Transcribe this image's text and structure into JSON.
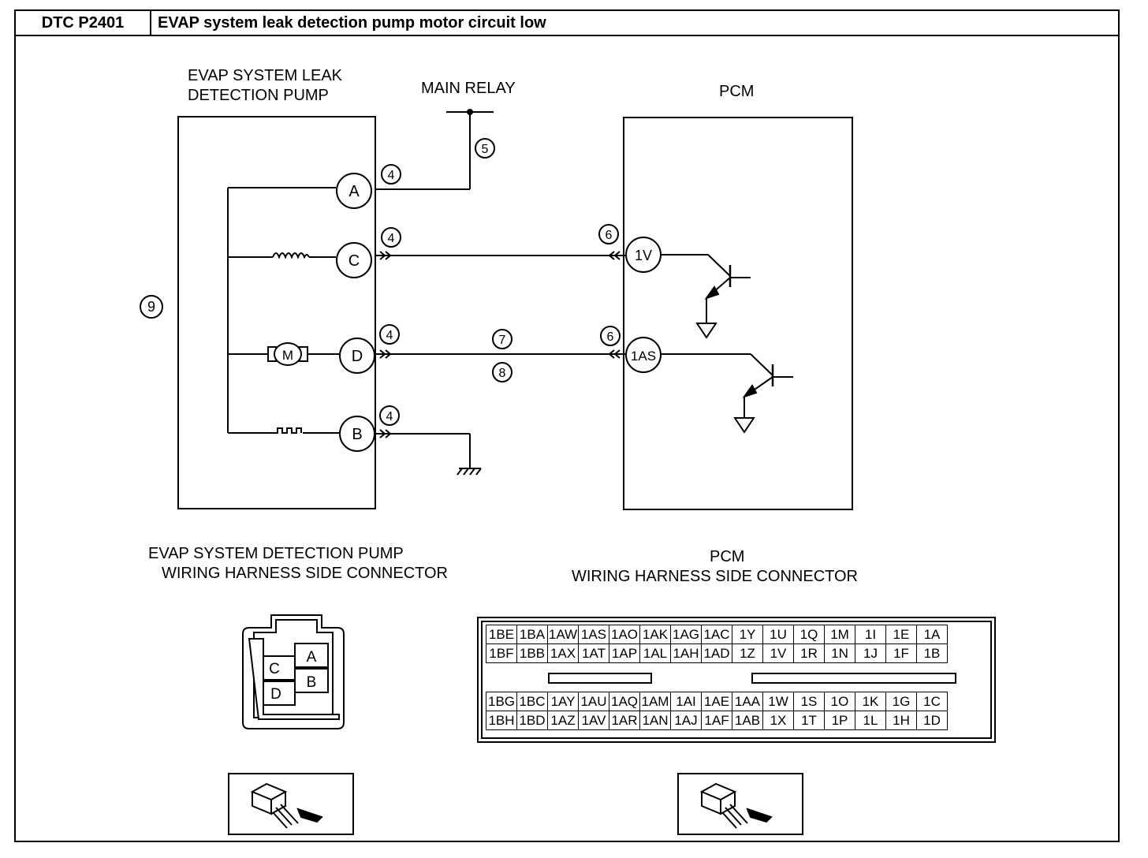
{
  "header": {
    "dtc_code": "DTC P2401",
    "title": "EVAP system leak detection pump motor circuit low"
  },
  "diagram": {
    "pump_label_line1": "EVAP SYSTEM LEAK",
    "pump_label_line2": "DETECTION PUMP",
    "main_relay_label": "MAIN RELAY",
    "pcm_label": "PCM",
    "pump_pins": [
      "A",
      "C",
      "D",
      "B"
    ],
    "motor_label": "M",
    "pcm_pins": [
      "1V",
      "1AS"
    ],
    "callouts": {
      "c4": "4",
      "c5": "5",
      "c6": "6",
      "c7": "7",
      "c8": "8",
      "c9": "9"
    }
  },
  "connectors": {
    "pump_connector_line1": "EVAP SYSTEM DETECTION PUMP",
    "pump_connector_line2": "WIRING HARNESS SIDE CONNECTOR",
    "pump_connector_pins": [
      "A",
      "C",
      "B",
      "D"
    ],
    "pcm_connector_line1": "PCM",
    "pcm_connector_line2": "WIRING HARNESS SIDE CONNECTOR",
    "pcm_rows_top": [
      [
        "1BE",
        "1BA",
        "1AW",
        "1AS",
        "1AO",
        "1AK",
        "1AG",
        "1AC",
        "1Y",
        "1U",
        "1Q",
        "1M",
        "1I",
        "1E",
        "1A"
      ],
      [
        "1BF",
        "1BB",
        "1AX",
        "1AT",
        "1AP",
        "1AL",
        "1AH",
        "1AD",
        "1Z",
        "1V",
        "1R",
        "1N",
        "1J",
        "1F",
        "1B"
      ]
    ],
    "pcm_rows_bottom": [
      [
        "1BG",
        "1BC",
        "1AY",
        "1AU",
        "1AQ",
        "1AM",
        "1AI",
        "1AE",
        "1AA",
        "1W",
        "1S",
        "1O",
        "1K",
        "1G",
        "1C"
      ],
      [
        "1BH",
        "1BD",
        "1AZ",
        "1AV",
        "1AR",
        "1AN",
        "1AJ",
        "1AF",
        "1AB",
        "1X",
        "1T",
        "1P",
        "1L",
        "1H",
        "1D"
      ]
    ]
  }
}
